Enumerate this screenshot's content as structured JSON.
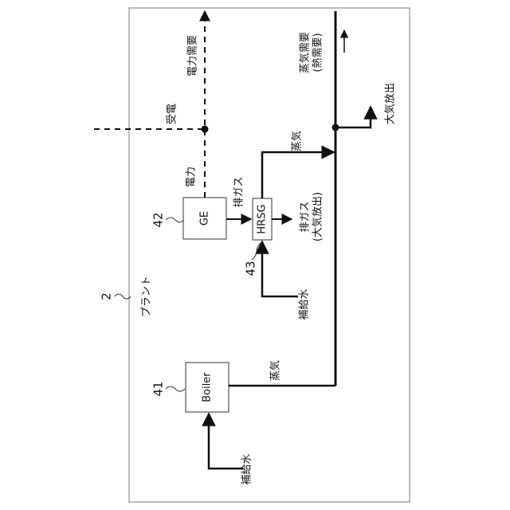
{
  "diagram": {
    "plant_ref": "2",
    "plant_label": "プラント",
    "boiler": {
      "ref": "41",
      "label": "Boiler"
    },
    "ge": {
      "ref": "42",
      "label": "GE"
    },
    "hrsg": {
      "ref": "43",
      "label": "HRSG"
    },
    "labels": {
      "makeup_water_boiler": "補給水",
      "makeup_water_hrsg": "補給水",
      "steam_boiler": "蒸気",
      "steam_hrsg": "蒸気",
      "exhaust_gas": "排ガス",
      "exhaust_release": "排ガス\n(大気放出)",
      "power": "電力",
      "power_receive": "受電",
      "power_demand": "電力需要",
      "steam_demand": "蒸気需要\n(熱需要)",
      "atmos_release": "大気放出"
    }
  }
}
